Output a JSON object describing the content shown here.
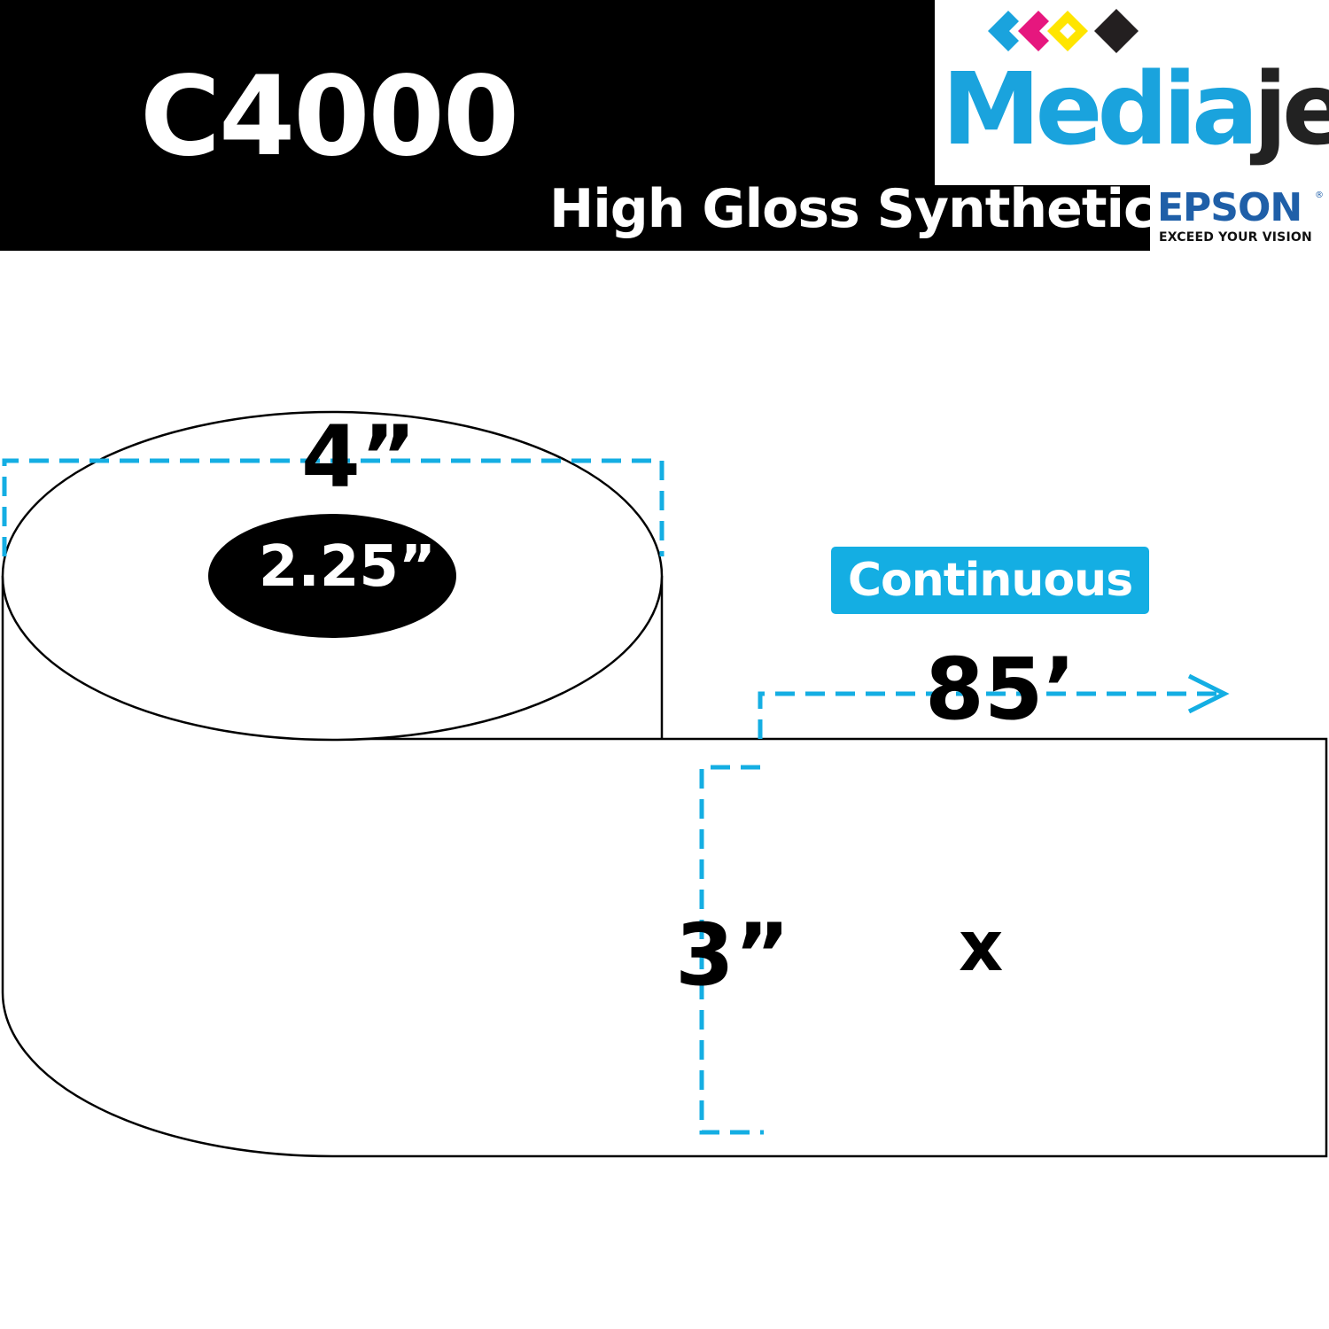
{
  "header": {
    "model": "C4000",
    "material": "High Gloss Synthetic"
  },
  "brand": {
    "name_part1": "Media",
    "name_part2": "jet",
    "partner": "EPSON",
    "partner_reg": "®",
    "partner_tagline": "EXCEED YOUR VISION",
    "logo_mark_colors": [
      "#1aa3dd",
      "#e6177e",
      "#ffe500",
      "#231f20"
    ]
  },
  "diagram": {
    "roll_width": "4”",
    "core_diameter": "2.25”",
    "label_width": "3”",
    "label_length": "85’",
    "separator": "x",
    "label_type": "Continuous"
  },
  "colors": {
    "accent": "#14aee3",
    "header_bg": "#000000",
    "brand_blue": "#1aa3dd",
    "epson_blue": "#1f5fa8"
  }
}
